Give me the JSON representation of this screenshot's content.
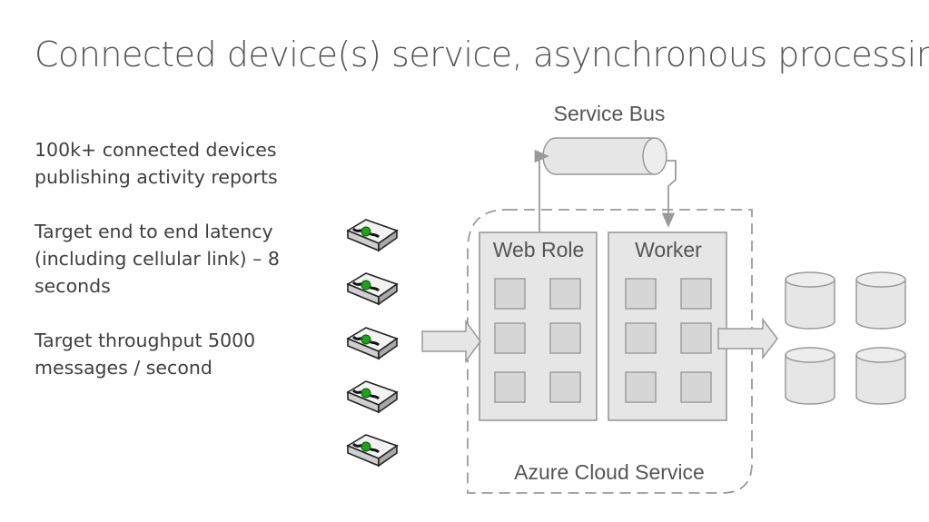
{
  "slide": {
    "title": "Connected device(s) service, asynchronous processing",
    "bullets": [
      "100k+ connected devices\npublishing activity reports",
      "Target end to end latency\n(including cellular link) – 8\nseconds",
      "Target throughput 5000\nmessages / second"
    ]
  },
  "diagram": {
    "service_bus_label": "Service Bus",
    "web_role_label": "Web Role",
    "worker_label": "Worker",
    "cloud_service_label": "Azure Cloud Service",
    "device_count": 5,
    "role_instance_rows": 3,
    "role_instance_cols": 2,
    "storage_count": 4,
    "colors": {
      "component_fill": "#e6e6e6",
      "component_stroke": "#999999",
      "dashed_border": "#9a9a9a",
      "device_green": "#22a020",
      "text": "#555555"
    }
  }
}
